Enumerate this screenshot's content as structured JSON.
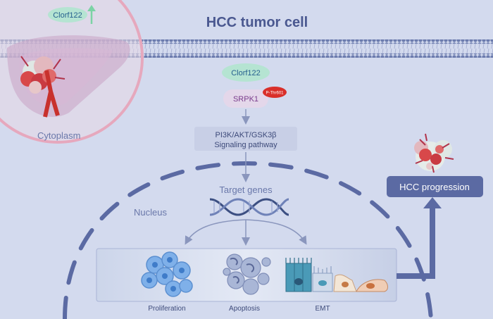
{
  "title": "HCC tumor cell",
  "upregulated_gene": "Clorf122",
  "compartments": {
    "cytoplasm": "Cytoplasm",
    "nucleus": "Nucleus"
  },
  "pathway": {
    "clorf122": "Clorf122",
    "srpk1": "SRPK1",
    "phospho_site": "P-Thr601",
    "signaling_line1": "PI3K/AKT/GSK3β",
    "signaling_line2": "Signaling pathway",
    "target_genes": "Target genes"
  },
  "outcomes": {
    "proliferation": "Proliferation",
    "apoptosis": "Apoptosis",
    "emt": "EMT"
  },
  "hcc_progression": "HCC progression",
  "colors": {
    "background": "#d3daee",
    "membrane": "#6c7cae",
    "title": "#4a5890",
    "srpk1_text": "#7a3d8c",
    "phospho_badge": "#d92f2a",
    "progression_box": "#5b6aa3",
    "liver_circle": "#e6a8bd"
  },
  "icons": [
    "liver-tumor-icon",
    "tumor-icon",
    "dna-helix-icon",
    "up-arrow-icon",
    "proliferation-cells-icon",
    "apoptosis-cells-icon",
    "emt-cells-icon"
  ]
}
